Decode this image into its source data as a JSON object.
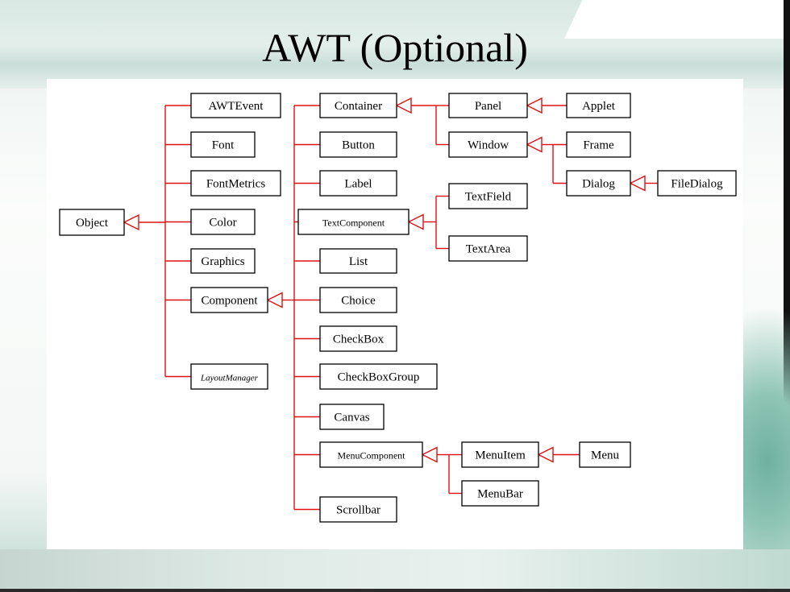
{
  "slide": {
    "title": "AWT (Optional)"
  },
  "diagram": {
    "nodes": [
      {
        "id": "object",
        "label": "Object",
        "style": "normal"
      },
      {
        "id": "awtevent",
        "label": "AWTEvent",
        "style": "normal"
      },
      {
        "id": "font",
        "label": "Font",
        "style": "normal"
      },
      {
        "id": "fontmetrics",
        "label": "FontMetrics",
        "style": "normal"
      },
      {
        "id": "color",
        "label": "Color",
        "style": "normal"
      },
      {
        "id": "graphics",
        "label": "Graphics",
        "style": "normal"
      },
      {
        "id": "component",
        "label": "Component",
        "style": "normal"
      },
      {
        "id": "layoutmanager",
        "label": "LayoutManager",
        "style": "italic"
      },
      {
        "id": "container",
        "label": "Container",
        "style": "normal"
      },
      {
        "id": "button",
        "label": "Button",
        "style": "normal"
      },
      {
        "id": "label",
        "label": "Label",
        "style": "normal"
      },
      {
        "id": "textcomponent",
        "label": "TextComponent",
        "style": "small"
      },
      {
        "id": "list",
        "label": "List",
        "style": "normal"
      },
      {
        "id": "choice",
        "label": "Choice",
        "style": "normal"
      },
      {
        "id": "checkbox",
        "label": "CheckBox",
        "style": "normal"
      },
      {
        "id": "checkboxgroup",
        "label": "CheckBoxGroup",
        "style": "normal"
      },
      {
        "id": "canvas",
        "label": "Canvas",
        "style": "normal"
      },
      {
        "id": "menucomponent",
        "label": "MenuComponent",
        "style": "small"
      },
      {
        "id": "scrollbar",
        "label": "Scrollbar",
        "style": "normal"
      },
      {
        "id": "panel",
        "label": "Panel",
        "style": "normal"
      },
      {
        "id": "window",
        "label": "Window",
        "style": "normal"
      },
      {
        "id": "applet",
        "label": "Applet",
        "style": "normal"
      },
      {
        "id": "frame",
        "label": "Frame",
        "style": "normal"
      },
      {
        "id": "dialog",
        "label": "Dialog",
        "style": "normal"
      },
      {
        "id": "filedialog",
        "label": "FileDialog",
        "style": "normal"
      },
      {
        "id": "textfield",
        "label": "TextField",
        "style": "normal"
      },
      {
        "id": "textarea",
        "label": "TextArea",
        "style": "normal"
      },
      {
        "id": "menuitem",
        "label": "MenuItem",
        "style": "normal"
      },
      {
        "id": "menubar",
        "label": "MenuBar",
        "style": "normal"
      },
      {
        "id": "menu",
        "label": "Menu",
        "style": "normal"
      }
    ],
    "inheritance": [
      {
        "parent": "object",
        "children": [
          "awtevent",
          "font",
          "fontmetrics",
          "color",
          "graphics",
          "component",
          "layoutmanager"
        ]
      },
      {
        "parent": "component",
        "children": [
          "container",
          "button",
          "label",
          "textcomponent",
          "list",
          "choice",
          "checkbox",
          "checkboxgroup",
          "canvas",
          "menucomponent",
          "scrollbar"
        ]
      },
      {
        "parent": "container",
        "children": [
          "panel",
          "window"
        ]
      },
      {
        "parent": "panel",
        "children": [
          "applet"
        ]
      },
      {
        "parent": "window",
        "children": [
          "frame",
          "dialog"
        ]
      },
      {
        "parent": "dialog",
        "children": [
          "filedialog"
        ]
      },
      {
        "parent": "textcomponent",
        "children": [
          "textfield",
          "textarea"
        ]
      },
      {
        "parent": "menucomponent",
        "children": [
          "menuitem",
          "menubar"
        ]
      },
      {
        "parent": "menuitem",
        "children": [
          "menu"
        ]
      }
    ]
  }
}
